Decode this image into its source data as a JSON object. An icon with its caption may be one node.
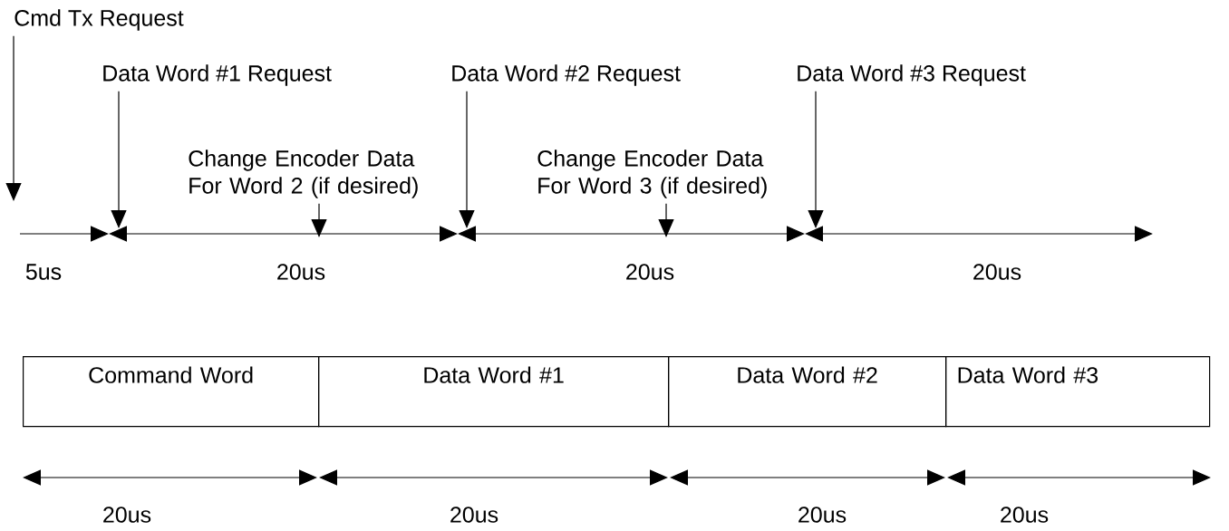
{
  "diagram": {
    "nodes": [
      {
        "text": [
          "Cmd Tx Request"
        ]
      },
      {
        "text": [
          "Data Word #1 Request"
        ]
      },
      {
        "text": [
          "Data Word #2 Request"
        ]
      },
      {
        "text": [
          "Data Word #3 Request"
        ]
      },
      {
        "text": [
          "Change Encoder Data For Word 2 (if desired)"
        ]
      },
      {
        "text": [
          "Change Encoder Data For Word 3 (if desired)"
        ]
      },
      {
        "text": [
          "Command Word"
        ]
      },
      {
        "text": [
          "Data Word #1"
        ]
      },
      {
        "text": [
          "Data Word #2"
        ]
      },
      {
        "text": [
          "Data Word #3"
        ]
      }
    ],
    "edges": [
      {
        "from": 0,
        "to": null,
        "arrow": "to"
      },
      {
        "from": 1,
        "to": null,
        "arrow": "to"
      },
      {
        "from": 2,
        "to": null,
        "arrow": "to"
      },
      {
        "from": 3,
        "to": null,
        "arrow": "to"
      },
      {
        "from": 4,
        "to": null,
        "arrow": "to"
      },
      {
        "from": 5,
        "to": null,
        "arrow": "to"
      }
    ],
    "labels": [
      "5us",
      "20us",
      "20us",
      "20us",
      "20us",
      "20us",
      "20us",
      "20us"
    ]
  }
}
